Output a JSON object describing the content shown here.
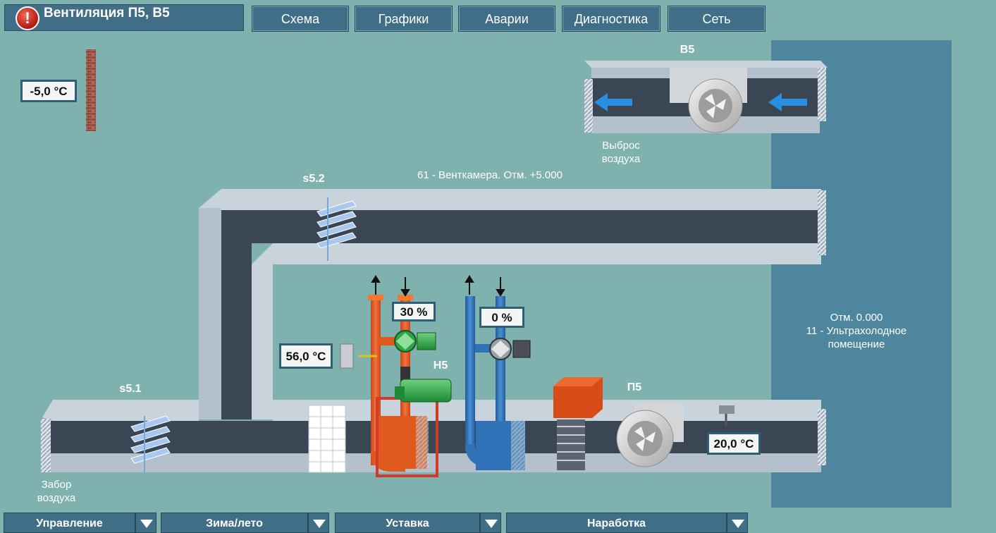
{
  "header": {
    "title": "Вентиляция П5, В5",
    "nav": [
      "Схема",
      "Графики",
      "Аварии",
      "Диагностика",
      "Сеть"
    ]
  },
  "outdoor": {
    "temp": "-5,0 °C"
  },
  "exhaust": {
    "unit": "В5",
    "label_line1": "Выброс",
    "label_line2": "воздуха"
  },
  "room_label": "61 - Венткамера. Отм. +5.000",
  "dampers": {
    "top": "s5.2",
    "bottom": "s5.1"
  },
  "intake": {
    "line1": "Забор",
    "line2": "воздуха"
  },
  "heater": {
    "valve": "30 %",
    "water_temp": "56,0 °C",
    "pump": "Н5"
  },
  "cooler": {
    "valve": "0 %"
  },
  "supply": {
    "unit": "П5",
    "temp": "20,0 °C"
  },
  "zone": {
    "line1": "Отм. 0.000",
    "line2": "11 - Ультрахолодное",
    "line3": "помещение"
  },
  "controls": [
    "Управление",
    "Зима/лето",
    "Уставка",
    "Наработка"
  ],
  "colors": {
    "panel": "#3f6e86",
    "bg": "#7fb1ae",
    "room": "#4e869e",
    "hot": "#e05a1e",
    "cold": "#2f72b8",
    "pump": "#2fa24a"
  }
}
